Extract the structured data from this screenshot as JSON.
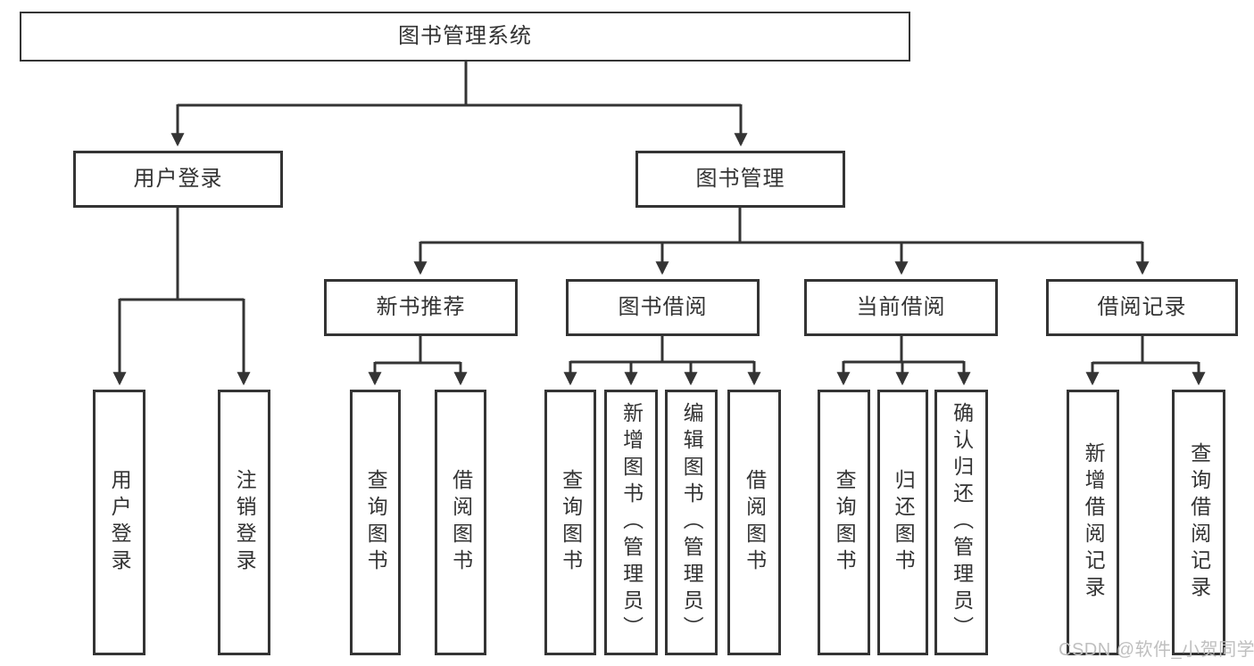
{
  "diagram": {
    "type": "hierarchy-tree",
    "tree": {
      "label": "图书管理系统",
      "children": [
        {
          "label": "用户登录",
          "children": [
            {
              "label": "用户登录"
            },
            {
              "label": "注销登录"
            }
          ]
        },
        {
          "label": "图书管理",
          "children": [
            {
              "label": "新书推荐",
              "children": [
                {
                  "label": "查询图书"
                },
                {
                  "label": "借阅图书"
                }
              ]
            },
            {
              "label": "图书借阅",
              "children": [
                {
                  "label": "查询图书"
                },
                {
                  "label": "新增图书（管理员）"
                },
                {
                  "label": "编辑图书（管理员）"
                },
                {
                  "label": "借阅图书"
                }
              ]
            },
            {
              "label": "当前借阅",
              "children": [
                {
                  "label": "查询图书"
                },
                {
                  "label": "归还图书"
                },
                {
                  "label": "确认归还（管理员）"
                }
              ]
            },
            {
              "label": "借阅记录",
              "children": [
                {
                  "label": "新增借阅记录"
                },
                {
                  "label": "查询借阅记录"
                }
              ]
            }
          ]
        }
      ]
    }
  },
  "watermark": {
    "text": "CSDN @软件_小贺同学"
  },
  "colors": {
    "line": "#343434",
    "text": "#333333",
    "box_background": "#ffffff",
    "page_background": "#ffffff",
    "watermark": "#bfbfbf"
  }
}
